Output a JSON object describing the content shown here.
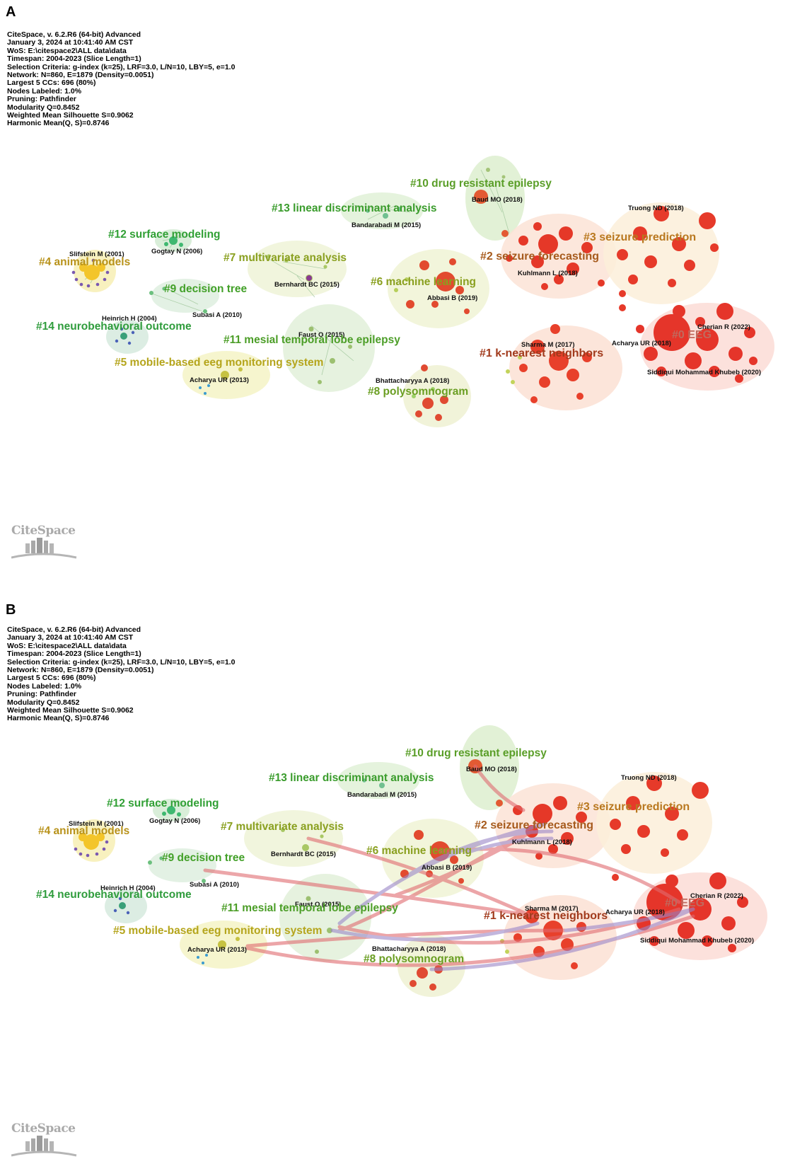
{
  "panels": [
    {
      "id": "A",
      "letter": "A",
      "info_lines": [
        "CiteSpace, v. 6.2.R6 (64-bit) Advanced",
        "January 3, 2024 at 10:41:40 AM CST",
        "WoS: E:\\citespace2\\ALL data\\data",
        "Timespan: 2004-2023 (Slice Length=1)",
        "Selection Criteria: g-index (k=25), LRF=3.0, L/N=10, LBY=5, e=1.0",
        "Network: N=860, E=1879 (Density=0.0051)",
        "Largest 5 CCs: 696 (80%)",
        "Nodes Labeled: 1.0%",
        "Pruning: Pathfinder",
        "Modularity Q=0.8452",
        "Weighted Mean Silhouette S=0.9062",
        "Harmonic Mean(Q, S)=0.8746"
      ],
      "logo": "CiteSpace"
    },
    {
      "id": "B",
      "letter": "B",
      "info_lines": [
        "CiteSpace, v. 6.2.R6 (64-bit) Advanced",
        "January 3, 2024 at 10:41:40 AM CST",
        "WoS: E:\\citespace2\\ALL data\\data",
        "Timespan: 2004-2023 (Slice Length=1)",
        "Selection Criteria: g-index (k=25), LRF=3.0, L/N=10, LBY=5, e=1.0",
        "Network: N=860, E=1879 (Density=0.0051)",
        "Largest 5 CCs: 696 (80%)",
        "Nodes Labeled: 1.0%",
        "Pruning: Pathfinder",
        "Modularity Q=0.8452",
        "Weighted Mean Silhouette S=0.9062",
        "Harmonic Mean(Q, S)=0.8746"
      ],
      "logo": "CiteSpace"
    }
  ],
  "clusters": [
    {
      "id": "c0",
      "label": "#0 EEG",
      "color": "#c9695a"
    },
    {
      "id": "c1",
      "label": "#1 k-nearest neighbors",
      "color": "#a13a1c"
    },
    {
      "id": "c2",
      "label": "#2 seizure forecasting",
      "color": "#a65a1c"
    },
    {
      "id": "c3",
      "label": "#3 seizure prediction",
      "color": "#b9781f"
    },
    {
      "id": "c4",
      "label": "#4 animal models",
      "color": "#b8921a"
    },
    {
      "id": "c5",
      "label": "#5 mobile-based eeg monitoring system",
      "color": "#b5a51c"
    },
    {
      "id": "c6",
      "label": "#6 machine learning",
      "color": "#8aa020"
    },
    {
      "id": "c7",
      "label": "#7 multivariate analysis",
      "color": "#8aa020"
    },
    {
      "id": "c8",
      "label": "#8 polysomnogram",
      "color": "#6a9e22"
    },
    {
      "id": "c9",
      "label": "#9 decision tree",
      "color": "#42a028"
    },
    {
      "id": "c10",
      "label": "#10 drug resistant epilepsy",
      "color": "#5a9e28"
    },
    {
      "id": "c11",
      "label": "#11 mesial temporal lobe epilepsy",
      "color": "#4c9e28"
    },
    {
      "id": "c12",
      "label": "#12 surface modeling",
      "color": "#31a035"
    },
    {
      "id": "c13",
      "label": "#13 linear discriminant analysis",
      "color": "#3a9c2c"
    },
    {
      "id": "c14",
      "label": "#14 neurobehavioral outcome",
      "color": "#2f9c3c"
    }
  ],
  "node_labels": [
    "Slifstein M (2001)",
    "Gogtay N (2006)",
    "Bernhardt BC (2015)",
    "Subasi A (2010)",
    "Heinrich H (2004)",
    "Faust O (2015)",
    "Acharya UR (2013)",
    "Bandarabadi M (2015)",
    "Baud MO (2018)",
    "Abbasi B (2019)",
    "Bhattacharyya A (2018)",
    "Kuhlmann L (2018)",
    "Truong ND (2018)",
    "Sharma M (2017)",
    "Acharya UR (2018)",
    "Cherian R (2022)",
    "Siddiqui Mohammad Khubeb (2020)"
  ]
}
